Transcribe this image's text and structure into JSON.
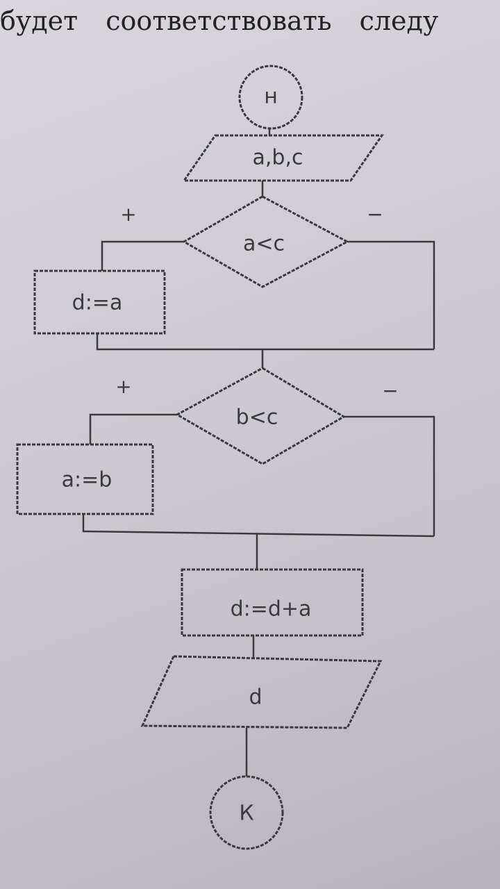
{
  "caption": "будет соответствовать следу",
  "flowchart": {
    "start": "н",
    "input": "a,b,c",
    "condition1": "a<c",
    "condition1_yes": "+",
    "condition1_no": "−",
    "action1": "d:=a",
    "condition2": "b<c",
    "condition2_yes": "+",
    "condition2_no": "−",
    "action2": "a:=b",
    "action3": "d:=d+a",
    "output": "d",
    "end": "К"
  }
}
